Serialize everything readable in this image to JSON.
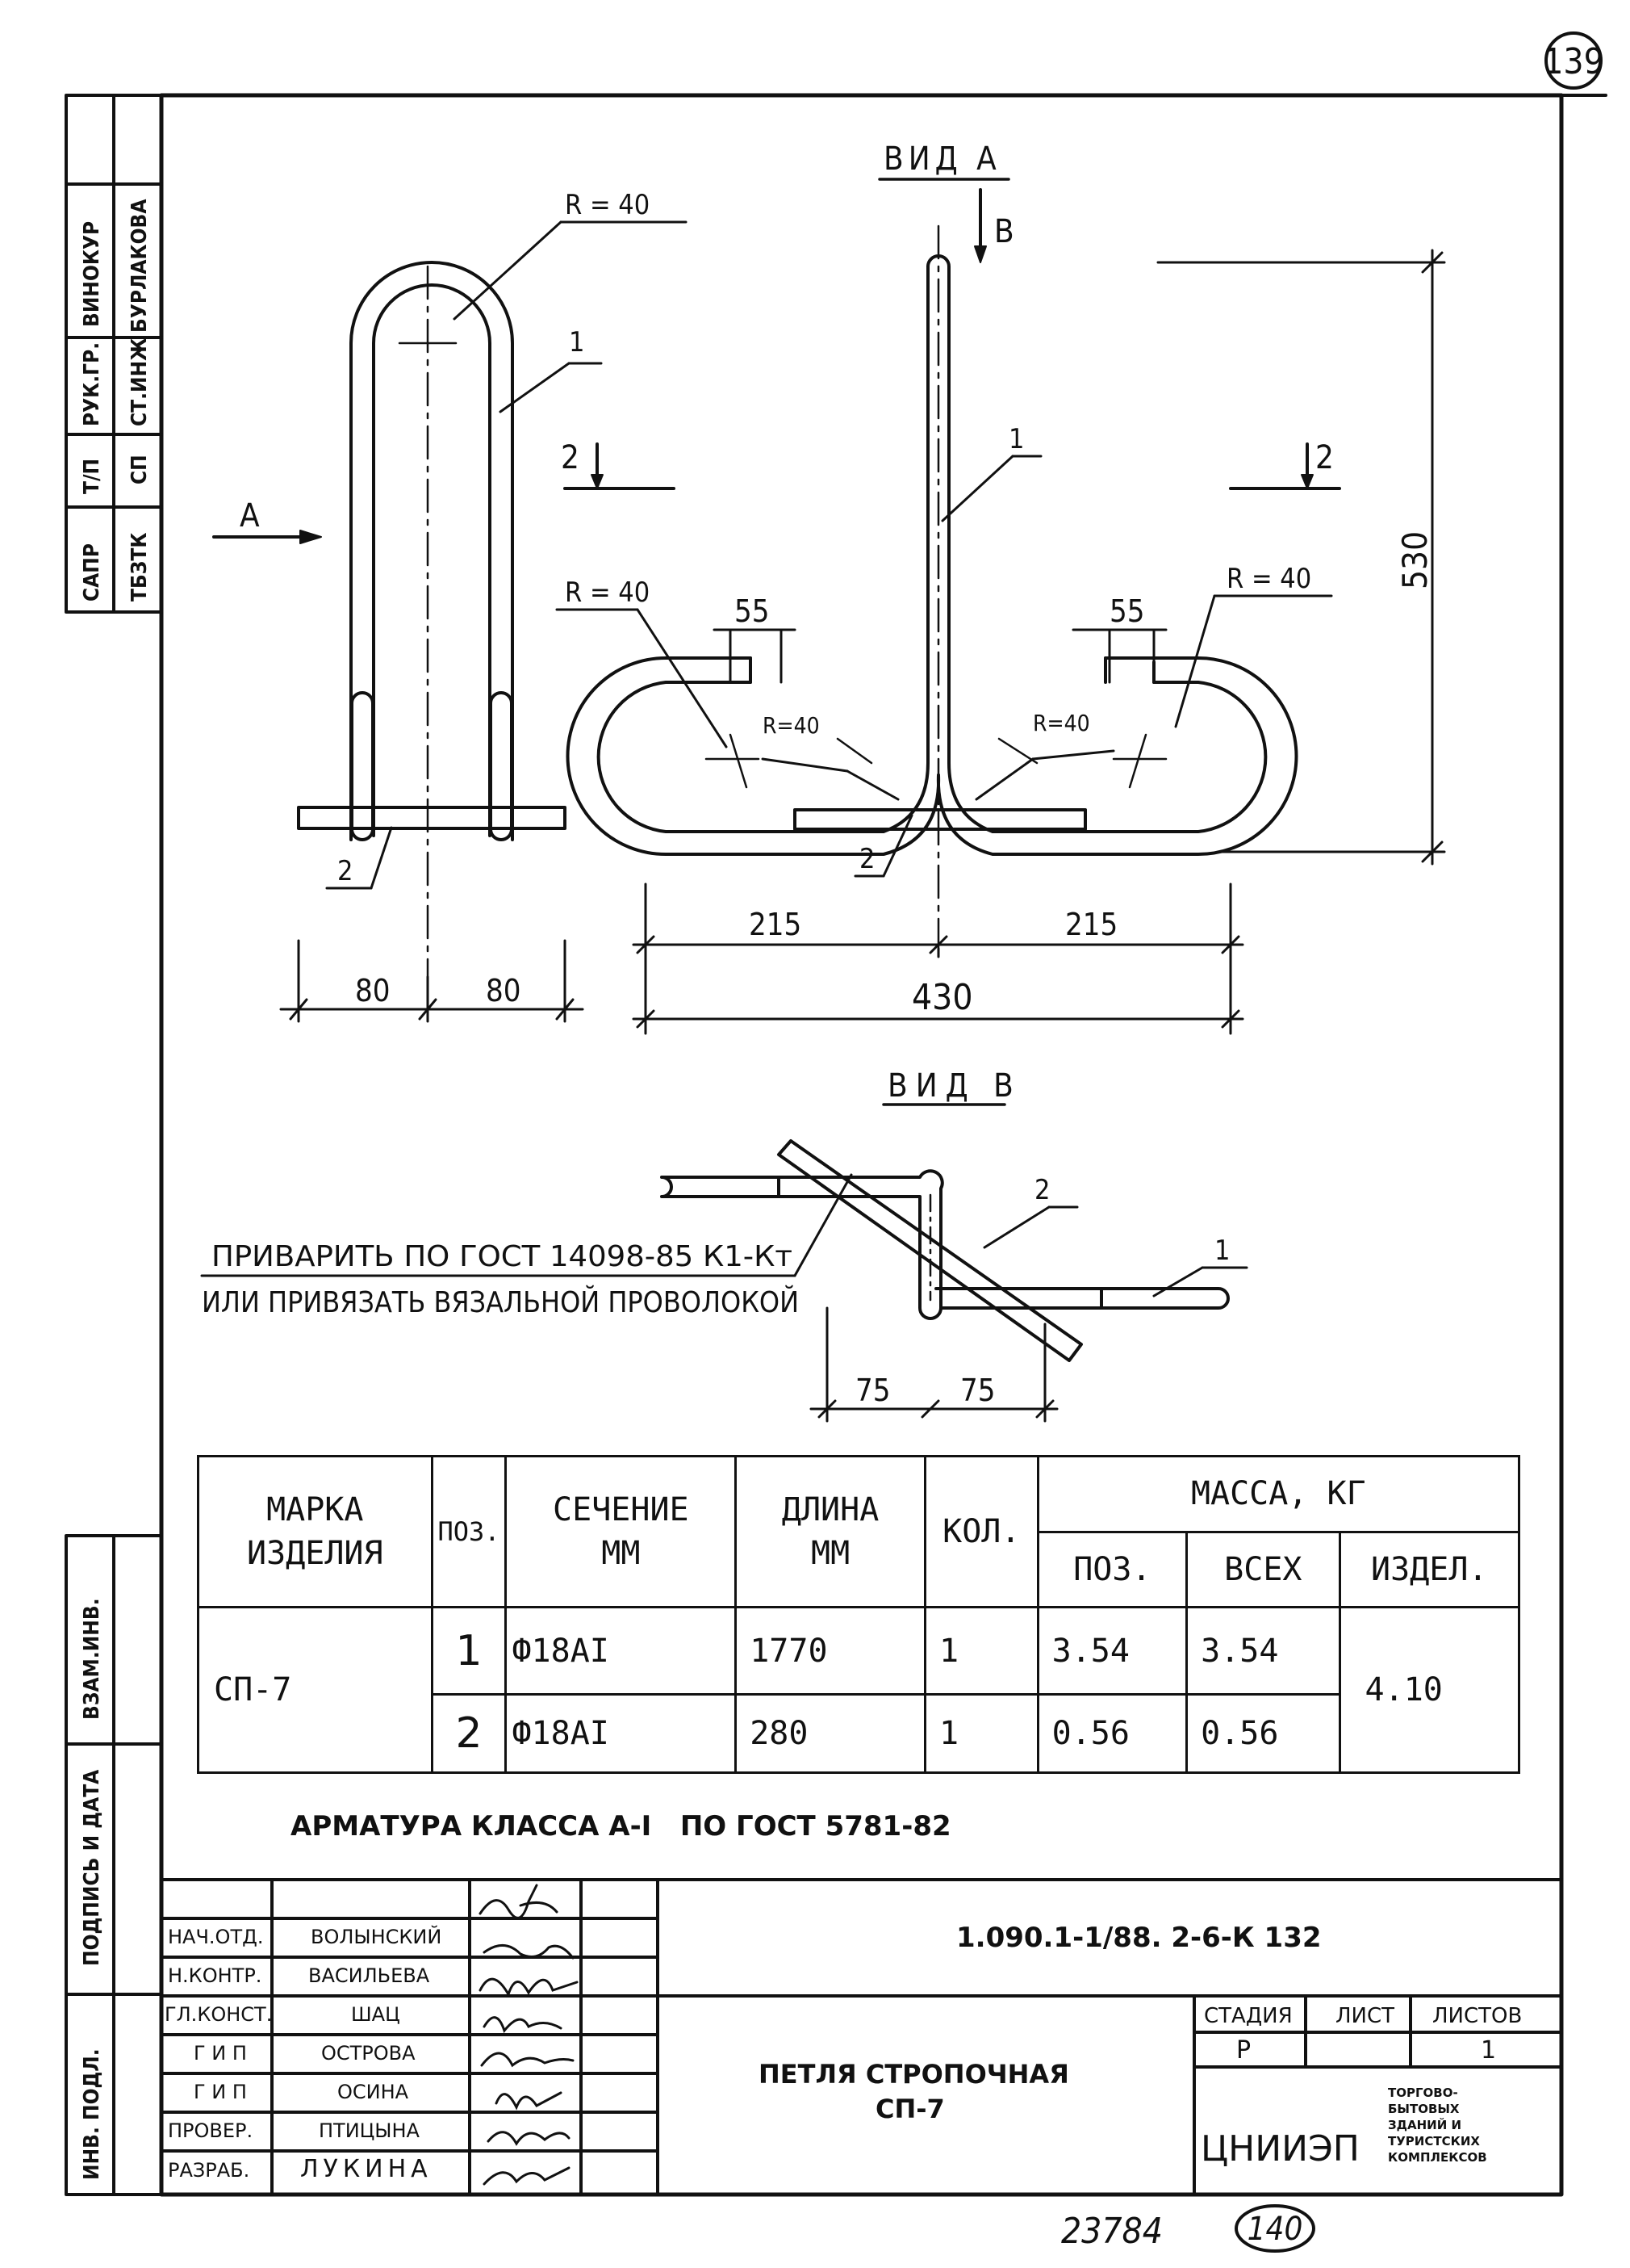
{
  "sheet_corner_number": "139",
  "views": {
    "view_a_title": "ВИД А",
    "view_b_title": "ВИД В",
    "arrow_a": "А",
    "arrow_b": "В",
    "section_mark": "2",
    "radius_label": "R = 40",
    "radius_label_small": "R=40",
    "pos1": "1",
    "pos2": "2"
  },
  "dimensions": {
    "left_80_a": "80",
    "left_80_b": "80",
    "d55_left": "55",
    "d55_right": "55",
    "d215_left": "215",
    "d215_right": "215",
    "d430": "430",
    "d530": "530",
    "d75_left": "75",
    "d75_right": "75"
  },
  "weld_note": {
    "line1": "ПРИВАРИТЬ ПО ГОСТ 14098-85 К1-Кт",
    "line2": "ИЛИ ПРИВЯЗАТЬ ВЯЗАЛЬНОЙ ПРОВОЛОКОЙ"
  },
  "spec_table": {
    "headers": {
      "mark": "МАРКА ИЗДЕЛИЯ",
      "pos": "ПОЗ.",
      "section": "СЕЧЕНИЕ ММ",
      "length": "ДЛИНА ММ",
      "qty": "КОЛ.",
      "mass": "МАССА, КГ",
      "mass_pos": "ПОЗ.",
      "mass_all": "ВСЕХ",
      "mass_item": "ИЗДЕЛ."
    },
    "mark": "СП-7",
    "item_mass": "4.10",
    "rows": [
      {
        "pos": "1",
        "section": "Ф18АI",
        "length": "1770",
        "qty": "1",
        "mass_pos": "3.54",
        "mass_all": "3.54"
      },
      {
        "pos": "2",
        "section": "Ф18АI",
        "length": "280",
        "qty": "1",
        "mass_pos": "0.56",
        "mass_all": "0.56"
      }
    ]
  },
  "rebar_note": "АРМАТУРА КЛАССА А-I   ПО ГОСТ 5781-82",
  "side_stamp": {
    "top_row1": [
      "САПР",
      "Т/П",
      "РУК.ГР.",
      "ВИНОКУР"
    ],
    "top_row2": [
      "ТБЗТК",
      "СП",
      "СТ.ИНЖ",
      "БУРЛАКОВА"
    ],
    "vertical_labels": [
      "ВЗАМ.ИНВ.",
      "ПОДПИСЬ И ДАТА",
      "ИНВ. ПОДЛ."
    ]
  },
  "title_block": {
    "document_code": "1.090.1-1/88. 2-6-К 132",
    "title_line1": "ПЕТЛЯ СТРОПОЧНАЯ",
    "title_line2": "СП-7",
    "stage_header": "СТАДИЯ",
    "sheet_header": "ЛИСТ",
    "sheets_header": "ЛИСТОВ",
    "stage": "Р",
    "sheet": "",
    "sheets": "1",
    "organization": "ЦНИИЭП",
    "org_sub": [
      "ТОРГОВО-",
      "БЫТОВЫХ",
      "ЗДАНИЙ И",
      "ТУРИСТСКИХ",
      "КОМПЛЕКСОВ"
    ],
    "staff": [
      {
        "role": "НАЧ.ОТД.",
        "name": "ВОЛЫНСКИЙ"
      },
      {
        "role": "Н.КОНТР.",
        "name": "ВАСИЛЬЕВА"
      },
      {
        "role": "ГЛ.КОНСТ.",
        "name": "ШАЦ"
      },
      {
        "role": "Г И П",
        "name": "ОСТРОВА"
      },
      {
        "role": "Г И П",
        "name": "ОСИНА"
      },
      {
        "role": "ПРОВЕР.",
        "name": "ПТИЦЫНА"
      },
      {
        "role": "РАЗРАБ.",
        "name": "ЛУКИНА"
      }
    ]
  },
  "bottom_numbers": {
    "inventory": "23784",
    "page": "140"
  }
}
